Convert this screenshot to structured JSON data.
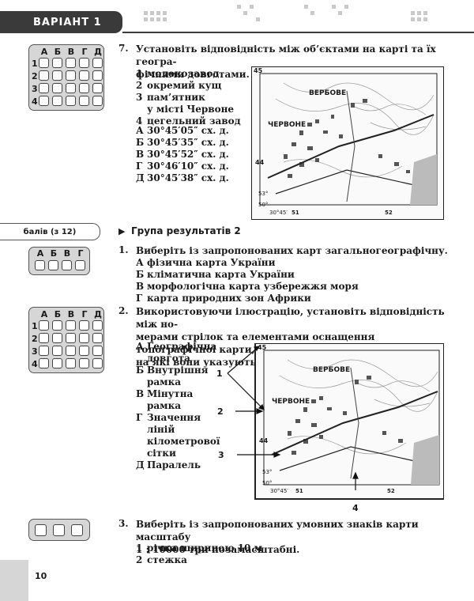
{
  "header": {
    "variant": "ВАРІАНТ  1"
  },
  "page_number": "10",
  "answer_grid_letters": [
    "А",
    "Б",
    "В",
    "Г",
    "Д"
  ],
  "answer_grid4_letters": [
    "А",
    "Б",
    "В",
    "Г"
  ],
  "answer_rows": [
    "1",
    "2",
    "3",
    "4"
  ],
  "q7": {
    "num": "7.",
    "line1": "Установіть відповідність між об’єктами на карті та їх геогра-",
    "line2": "фічними довготами.",
    "items": [
      {
        "n": "1",
        "t": "молокозавод"
      },
      {
        "n": "2",
        "t": "окремий кущ"
      },
      {
        "n": "3",
        "t": "пам’ятник"
      },
      {
        "n": "",
        "t": "у місті Червоне"
      },
      {
        "n": "4",
        "t": "цегельний завод"
      }
    ],
    "options": [
      {
        "k": "А",
        "t": "30°45′05″ сх. д."
      },
      {
        "k": "Б",
        "t": "30°45′35″ сх. д."
      },
      {
        "k": "В",
        "t": "30°45′52″ сх. д."
      },
      {
        "k": "Г",
        "t": "30°46′10″ сх. д."
      },
      {
        "k": "Д",
        "t": "30°45′38″ сх. д."
      }
    ]
  },
  "map_labels": {
    "village1": "ВЕРБОВЕ",
    "village2": "ЧЕРВОНЕ",
    "tl": "45",
    "ml": "44",
    "lat": "53°",
    "lat2": "50°",
    "lon": "30°45′",
    "g51": "51",
    "g52": "52"
  },
  "score": {
    "label": "балів (з 12)"
  },
  "group": {
    "title": "Група результатів 2"
  },
  "q1": {
    "num": "1.",
    "text": "Виберіть із запропонованих карт загальногеографічну.",
    "options": [
      {
        "k": "А",
        "t": "фізична карта України"
      },
      {
        "k": "Б",
        "t": "кліматична карта України"
      },
      {
        "k": "В",
        "t": "морфологічна карта узбережжя моря"
      },
      {
        "k": "Г",
        "t": "карта природних зон Африки"
      }
    ]
  },
  "q2": {
    "num": "2.",
    "line1": "Використовуючи ілюстрацію, установіть відповідність між но-",
    "line2": "мерами стрілок та елементами оснащення топографічної карти,",
    "line3": "на які вони указують.",
    "options": [
      {
        "k": "А",
        "l1": "Географічна",
        "l2": "довгота"
      },
      {
        "k": "Б",
        "l1": "Внутрішня",
        "l2": "рамка"
      },
      {
        "k": "В",
        "l1": "Мінутна",
        "l2": "рамка"
      },
      {
        "k": "Г",
        "l1": "Значення",
        "l2": "ліній",
        "l3": "кілометрової",
        "l4": "сітки"
      },
      {
        "k": "Д",
        "l1": "Паралель"
      }
    ],
    "arrows": [
      "1",
      "2",
      "3",
      "4"
    ]
  },
  "q3": {
    "num": "3.",
    "line1": "Виберіть із запропонованих умовних знаків карти масштабу",
    "line2": "1 : 10000 три позамасштабні.",
    "items": [
      {
        "n": "1",
        "t": "річка шириною 10 м"
      },
      {
        "n": "2",
        "t": "стежка"
      }
    ]
  }
}
